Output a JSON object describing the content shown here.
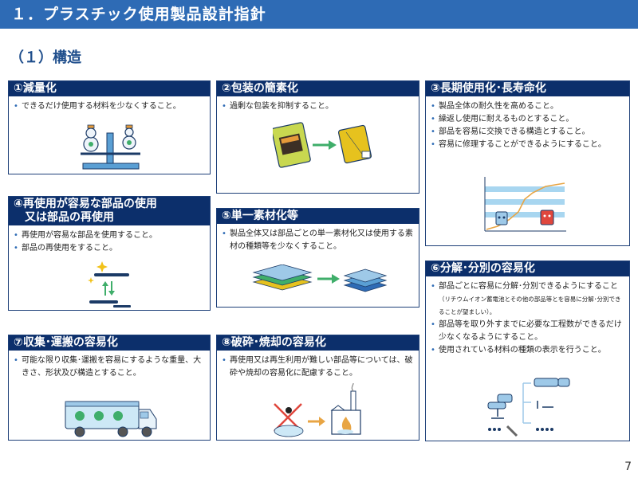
{
  "header": {
    "title": "１．プラスチック使用製品設計指針"
  },
  "section": {
    "heading": "（１）構造"
  },
  "cards": {
    "c1": {
      "title": "①減量化",
      "items": [
        "できるだけ使用する材料を少なくすること。"
      ]
    },
    "c2": {
      "title": "②包装の簡素化",
      "items": [
        "過剰な包装を抑制すること。"
      ]
    },
    "c3": {
      "title": "③長期使用化･長寿命化",
      "items": [
        "製品全体の耐久性を高めること。",
        "繰返し使用に耐えるものとすること。",
        "部品を容易に交換できる構造とすること。",
        "容易に修理することができるようにすること。"
      ]
    },
    "c4": {
      "title_line1": "④再使用が容易な部品の使用",
      "title_line2": "　又は部品の再使用",
      "items": [
        "再使用が容易な部品を使用すること。",
        "部品の再使用をすること。"
      ]
    },
    "c5": {
      "title": "⑤単一素材化等",
      "items": [
        "製品全体又は部品ごとの単一素材化又は使用する素材の種類等を少なくすること。"
      ]
    },
    "c6": {
      "title": "⑥分解･分別の容易化",
      "item1_main": "部品ごとに容易に分解･分別できるようにすること",
      "item1_note": "（リチウムイオン蓄電池とその他の部品等とを容易に分解･分別できることが望ましい）。",
      "items_rest": [
        "部品等を取り外すまでに必要な工程数ができるだけ少なくなるようにすること。",
        "使用されている材料の種類の表示を行うこと。"
      ]
    },
    "c7": {
      "title": "⑦収集･運搬の容易化",
      "items": [
        "可能な限り収集･運搬を容易にするような重量、大きさ、形状及び構造とすること。"
      ]
    },
    "c8": {
      "title": "⑧破砕･焼却の容易化",
      "items": [
        "再使用又は再生利用が難しい部品等については、破砕や焼却の容易化に配慮すること。"
      ]
    }
  },
  "page": {
    "number": "7"
  }
}
